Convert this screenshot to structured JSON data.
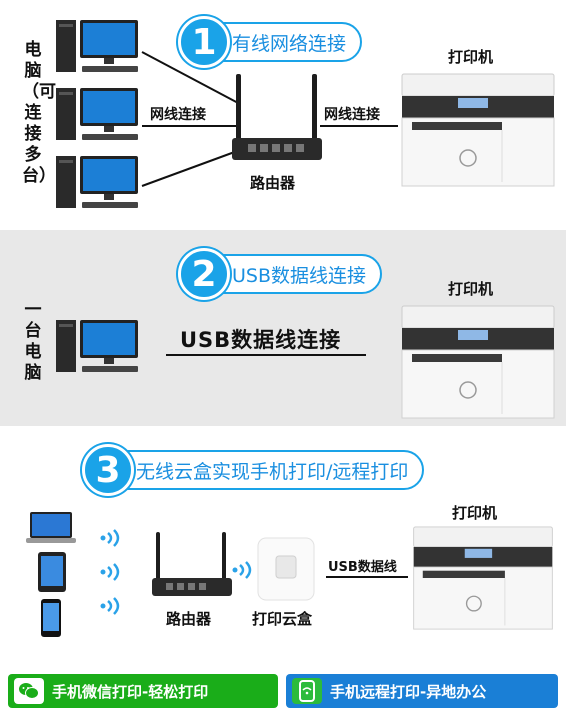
{
  "section1": {
    "number": "1",
    "title": "有线网络连接",
    "computers_label": "电脑（可连接多台）",
    "link_left": "网线连接",
    "link_right": "网线连接",
    "router_label": "路由器",
    "printer_label": "打印机"
  },
  "section2": {
    "number": "2",
    "title": "USB数据线连接",
    "computer_label": "一台电脑",
    "link_label": "USB数据线连接",
    "printer_label": "打印机"
  },
  "section3": {
    "number": "3",
    "title": "无线云盒实现手机打印/远程打印",
    "router_label": "路由器",
    "cloudbox_label": "打印云盒",
    "link_label": "USB数据线",
    "printer_label": "打印机"
  },
  "banners": {
    "wechat": "手机微信打印-轻松打印",
    "remote": "手机远程打印-异地办公"
  },
  "colors": {
    "accent": "#1aa3e8",
    "wechat_green": "#1aad19",
    "remote_blue": "#1a7fd6"
  },
  "icons": {
    "wechat": "wechat-icon",
    "remote": "phone-wifi-icon"
  }
}
